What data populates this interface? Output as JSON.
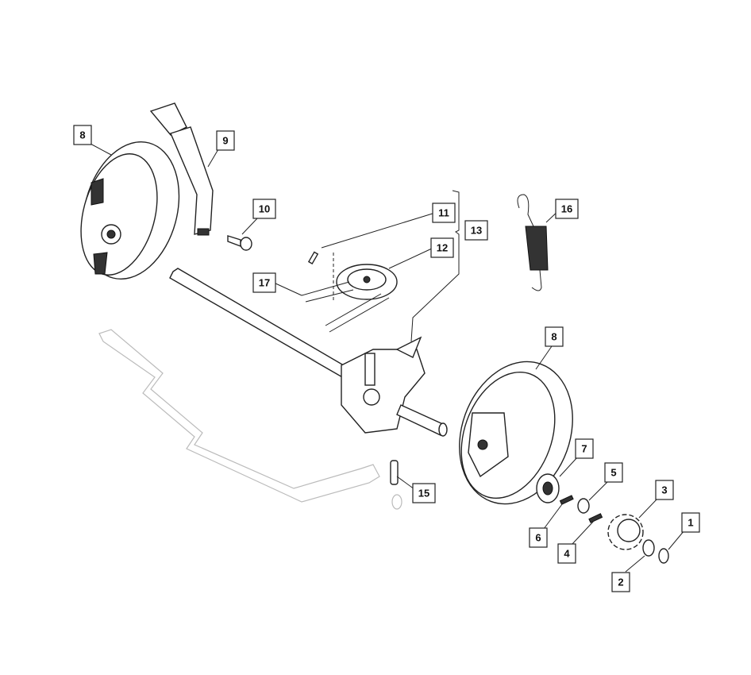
{
  "diagram": {
    "type": "exploded-parts-view",
    "callouts": [
      {
        "id": "callout-8-left",
        "label": "8"
      },
      {
        "id": "callout-9",
        "label": "9"
      },
      {
        "id": "callout-10",
        "label": "10"
      },
      {
        "id": "callout-11",
        "label": "11"
      },
      {
        "id": "callout-12",
        "label": "12"
      },
      {
        "id": "callout-13",
        "label": "13"
      },
      {
        "id": "callout-16",
        "label": "16"
      },
      {
        "id": "callout-17",
        "label": "17"
      },
      {
        "id": "callout-8-right",
        "label": "8"
      },
      {
        "id": "callout-7",
        "label": "7"
      },
      {
        "id": "callout-5",
        "label": "5"
      },
      {
        "id": "callout-3",
        "label": "3"
      },
      {
        "id": "callout-1",
        "label": "1"
      },
      {
        "id": "callout-6",
        "label": "6"
      },
      {
        "id": "callout-4",
        "label": "4"
      },
      {
        "id": "callout-2",
        "label": "2"
      },
      {
        "id": "callout-15",
        "label": "15"
      }
    ]
  }
}
